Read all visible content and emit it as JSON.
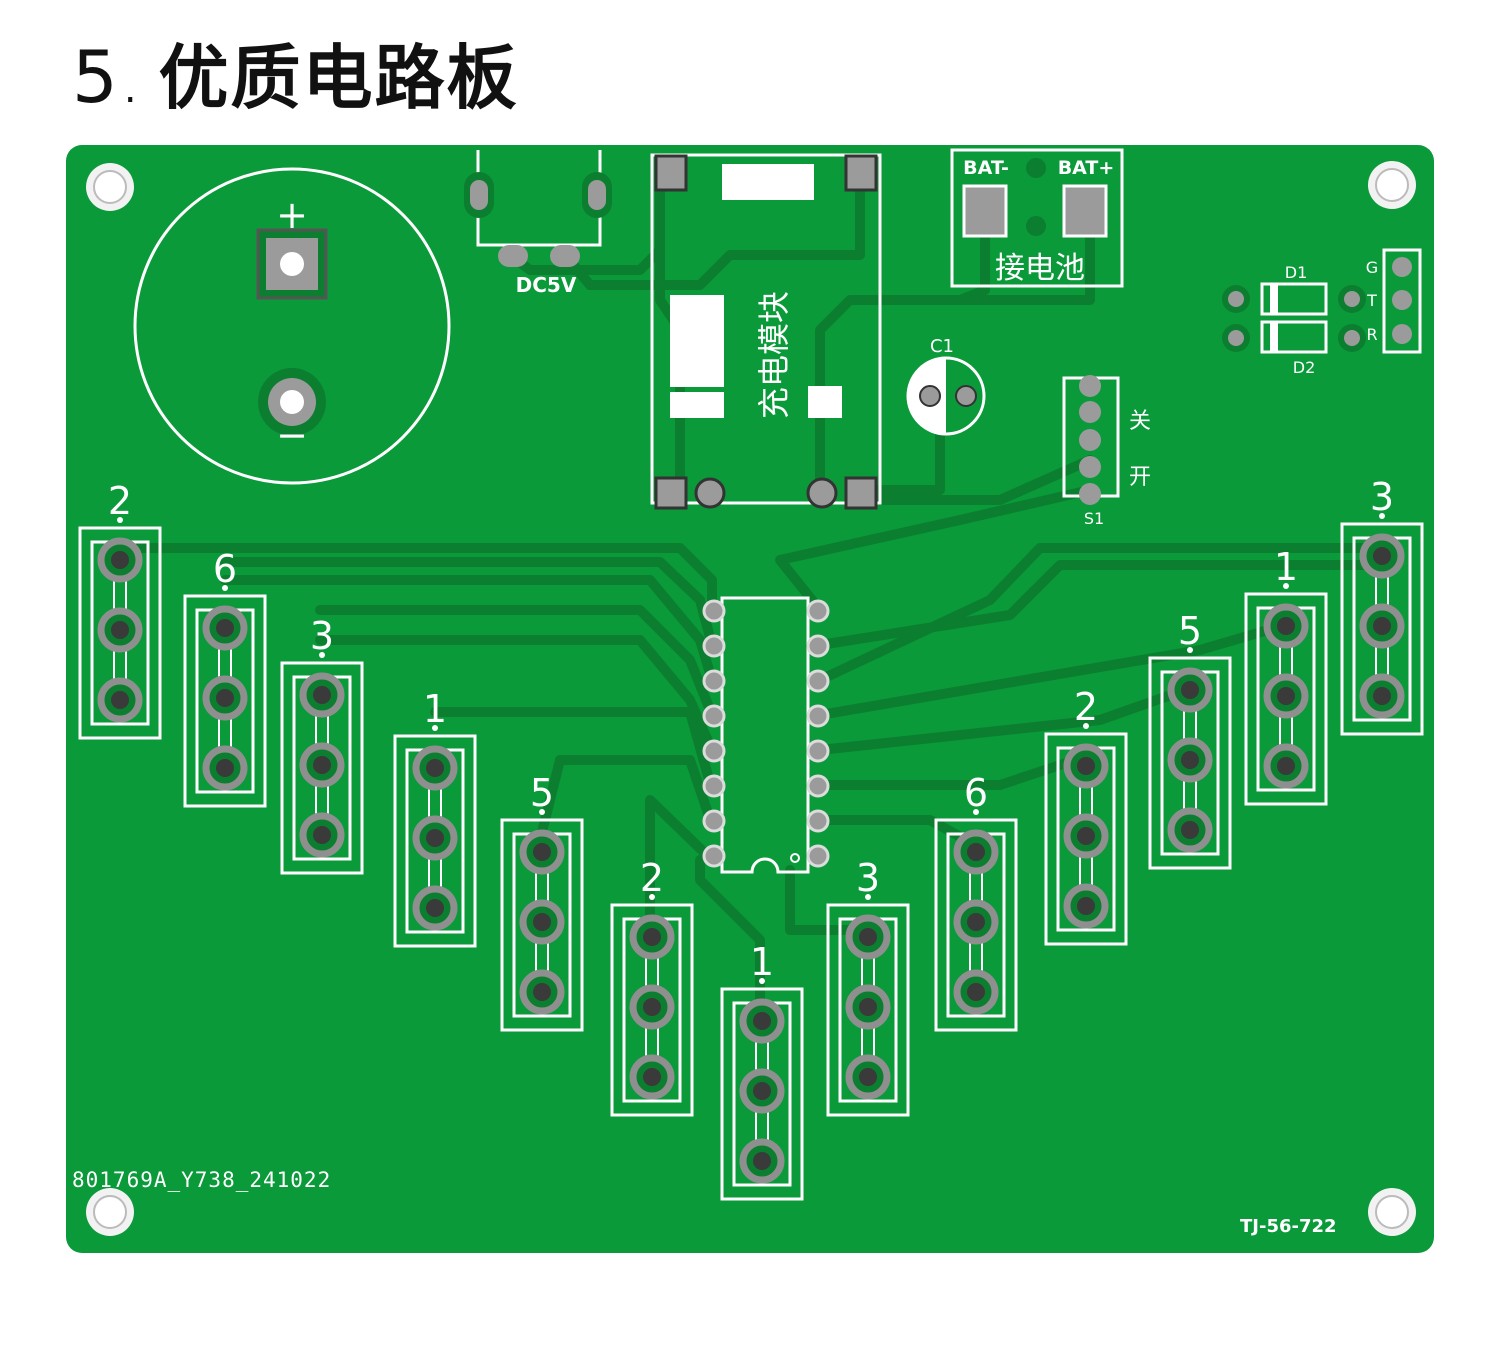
{
  "heading": {
    "number": "5",
    "separator": ".",
    "title": "优质电路板"
  },
  "colors": {
    "board": "#0a9a3a",
    "trace": "#0b7f2f",
    "silk": "#ffffff",
    "pad": "#9b9b9b",
    "hole": "#3a3a3a"
  },
  "labels": {
    "dc_input": "DC5V",
    "charge_module": "充电模块",
    "bat_minus": "BAT-",
    "bat_plus": "BAT+",
    "battery": "接电池",
    "cap": "C1",
    "diode1": "D1",
    "diode2": "D2",
    "switch": "S1",
    "switch_off": "关",
    "switch_on": "开",
    "pin_g": "G",
    "pin_t": "T",
    "pin_r": "R",
    "plus": "+",
    "minus": "−",
    "board_code": "801769A_Y738_241022",
    "board_model": "TJ-56-722"
  },
  "led_numbers": [
    "2",
    "6",
    "3",
    "1",
    "5",
    "2",
    "1",
    "3",
    "6",
    "2",
    "5",
    "1",
    "3"
  ]
}
